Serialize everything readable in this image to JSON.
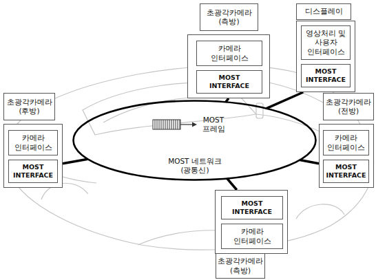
{
  "diagram": {
    "nodes": [
      {
        "text": [
          "초광각카메라 (측방)"
        ]
      },
      {
        "text": []
      },
      {
        "text": [
          "카메라 인터페이스"
        ],
        "in": 1
      },
      {
        "text": [
          "MOST INTERFACE"
        ],
        "in": 1
      },
      {
        "text": [
          "디스플레이"
        ]
      },
      {
        "text": []
      },
      {
        "text": [
          "영상처리 및 사용자 인터페이스"
        ],
        "in": 5
      },
      {
        "text": [
          "MOST INTERFACE"
        ],
        "in": 5
      },
      {
        "text": [
          "초광각카메라 (후방)"
        ]
      },
      {
        "text": []
      },
      {
        "text": [
          "카메라 인터페이스"
        ],
        "in": 9
      },
      {
        "text": [
          "MOST INTERFACE"
        ],
        "in": 9
      },
      {
        "text": [
          "초광각카메라 (전방)"
        ]
      },
      {
        "text": []
      },
      {
        "text": [
          "카메라 인터페이스"
        ],
        "in": 13
      },
      {
        "text": [
          "MOST INTERFACE"
        ],
        "in": 13
      },
      {
        "text": [
          "MOST 네트워크 (광통신)"
        ]
      },
      {
        "text": []
      },
      {
        "text": [
          "MOST INTERFACE"
        ],
        "in": 17
      },
      {
        "text": [
          "카메라 인터페이스"
        ],
        "in": 17
      },
      {
        "text": [
          "초광각카메라 (측방)"
        ]
      }
    ],
    "edges": [
      {
        "from": 16,
        "to": 1,
        "arrow": "none"
      },
      {
        "from": 16,
        "to": 5,
        "arrow": "none"
      },
      {
        "from": 16,
        "to": 9,
        "arrow": "none"
      },
      {
        "from": 16,
        "to": 13,
        "arrow": "none"
      },
      {
        "from": 16,
        "to": 17,
        "arrow": "none"
      }
    ],
    "labels": [
      "MOST 프레임"
    ]
  }
}
